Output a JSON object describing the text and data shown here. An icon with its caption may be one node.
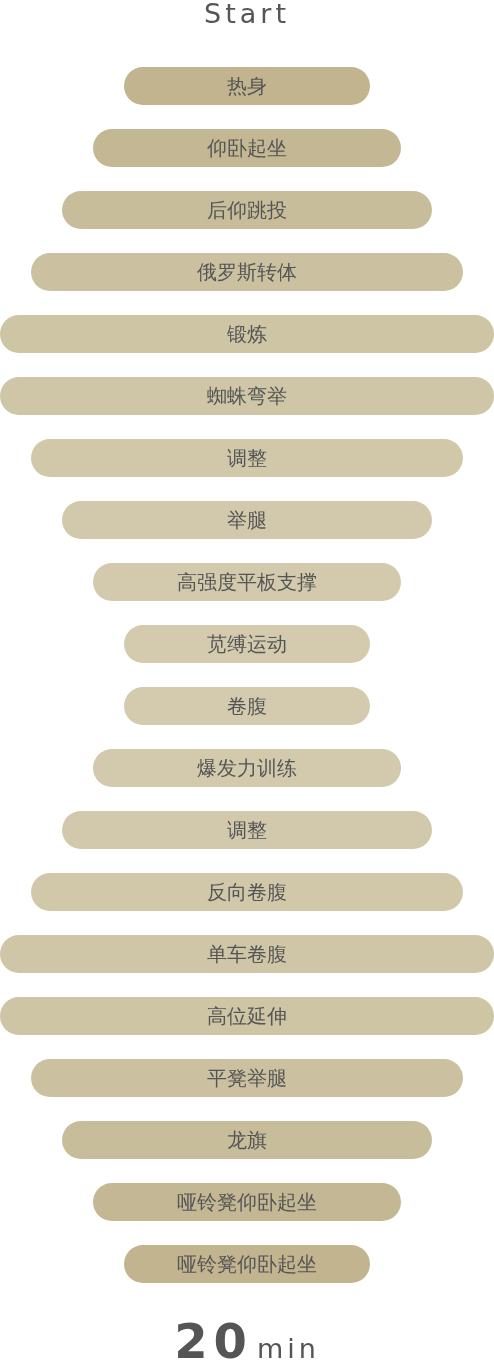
{
  "diagram": {
    "nodes": [
      {
        "text": [
          "热身"
        ]
      },
      {
        "text": [
          "仰卧起坐"
        ]
      },
      {
        "text": [
          "后仰跳投"
        ]
      },
      {
        "text": [
          "俄罗斯转体"
        ]
      },
      {
        "text": [
          "锻炼"
        ]
      },
      {
        "text": [
          "蜘蛛弯举"
        ]
      },
      {
        "text": [
          "调整"
        ]
      },
      {
        "text": [
          "举腿"
        ]
      },
      {
        "text": [
          "高强度平板支撑"
        ]
      },
      {
        "text": [
          "苋缚运动"
        ]
      },
      {
        "text": [
          "卷腹"
        ]
      },
      {
        "text": [
          "爆发力训练"
        ]
      },
      {
        "text": [
          "调整"
        ]
      },
      {
        "text": [
          "反向卷腹"
        ]
      },
      {
        "text": [
          "单车卷腹"
        ]
      },
      {
        "text": [
          "高位延伸"
        ]
      },
      {
        "text": [
          "平凳举腿"
        ]
      },
      {
        "text": [
          "龙旗"
        ]
      },
      {
        "text": [
          "哑铃凳仰卧起坐"
        ]
      },
      {
        "text": [
          "哑铃凳仰卧起坐"
        ]
      }
    ],
    "labels": [
      "Start",
      "20",
      "min"
    ]
  }
}
